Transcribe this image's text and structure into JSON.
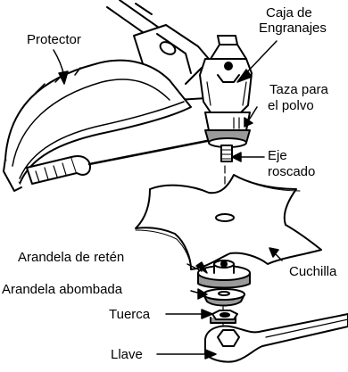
{
  "labels": {
    "protector": "Protector",
    "gearbox_line1": "Caja de",
    "gearbox_line2": "Engranajes",
    "dust_cup_line1": "Taza para",
    "dust_cup_line2": "el polvo",
    "shaft_line1": "Eje",
    "shaft_line2": "roscado",
    "retainer_washer": "Arandela de retén",
    "cupped_washer": "Arandela abombada",
    "blade": "Cuchilla",
    "nut": "Tuerca",
    "wrench": "Llave"
  },
  "colors": {
    "ink": "#000000",
    "paper": "#ffffff",
    "shade": "#9a9a9a"
  }
}
